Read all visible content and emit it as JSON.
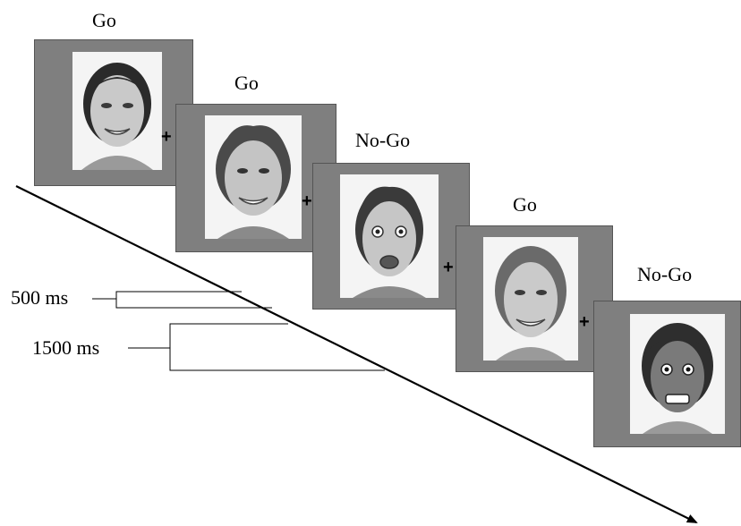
{
  "trials": [
    {
      "label": "Go",
      "face": "happy-face-woman-1"
    },
    {
      "label": "Go",
      "face": "happy-face-man"
    },
    {
      "label": "No-Go",
      "face": "fearful-face-man"
    },
    {
      "label": "Go",
      "face": "happy-face-woman-2"
    },
    {
      "label": "No-Go",
      "face": "fearful-face-woman"
    }
  ],
  "fixation": "+",
  "timings": [
    {
      "label": "500 ms"
    },
    {
      "label": "1500 ms"
    }
  ],
  "colors": {
    "frame": "#7f7f7f",
    "photo_bg": "#f4f4f4",
    "line": "#000000"
  }
}
